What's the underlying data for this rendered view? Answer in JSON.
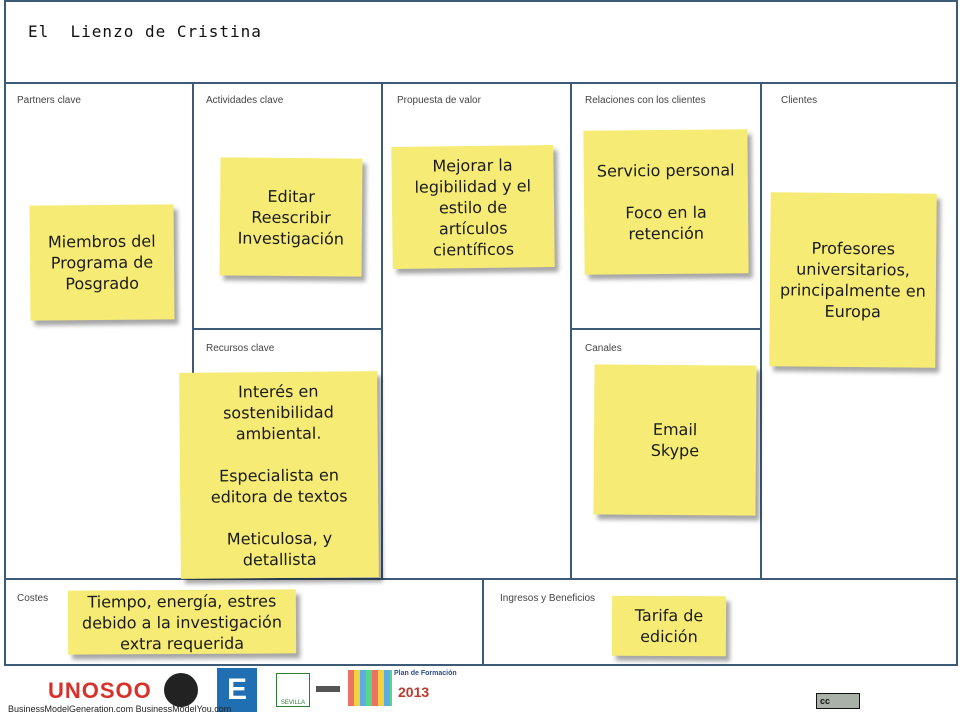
{
  "title": "El  Lienzo de Cristina",
  "sections": {
    "partners": "Partners clave",
    "actividades": "Actividades clave",
    "propuesta": "Propuesta de valor",
    "relaciones": "Relaciones con los clientes",
    "clientes": "Clientes",
    "recursos": "Recursos clave",
    "canales": "Canales",
    "costes": "Costes",
    "ingresos": "Ingresos y Beneficios"
  },
  "notes": {
    "partners": "Miembros del\nPrograma de\nPosgrado",
    "actividades": "Editar\nReescribir\nInvestigación",
    "propuesta": "Mejorar la\nlegibilidad y el\nestilo de\nartículos\ncientíficos",
    "relaciones": "Servicio personal\n\nFoco en la\nretención",
    "clientes": "Profesores\nuniversitarios,\nprincipalmente en\nEuropa",
    "recursos": "Interés en\nsostenibilidad\nambiental.\n\nEspecialista en\neditora de textos\n\nMeticulosa, y\ndetallista",
    "canales": "Email\nSkype",
    "costes": "Tiempo, energía, estres\ndebido a la investigación\nextra requerida",
    "ingresos": "Tarifa de\nedición"
  },
  "footer": {
    "credit": "BusinessModelGeneration.com BusinessModelYou.com",
    "logo_unoss": "UNOSOO",
    "logo_e": "E",
    "logo_plan_line1": "Plan de Formación",
    "logo_plan_year": "2013",
    "logo_cc": "cc",
    "logo_sevilla": "SEVILLA"
  },
  "colors": {
    "border": "#3d5a76",
    "note": "#f6eb74",
    "unoss_red": "#d9312a"
  }
}
